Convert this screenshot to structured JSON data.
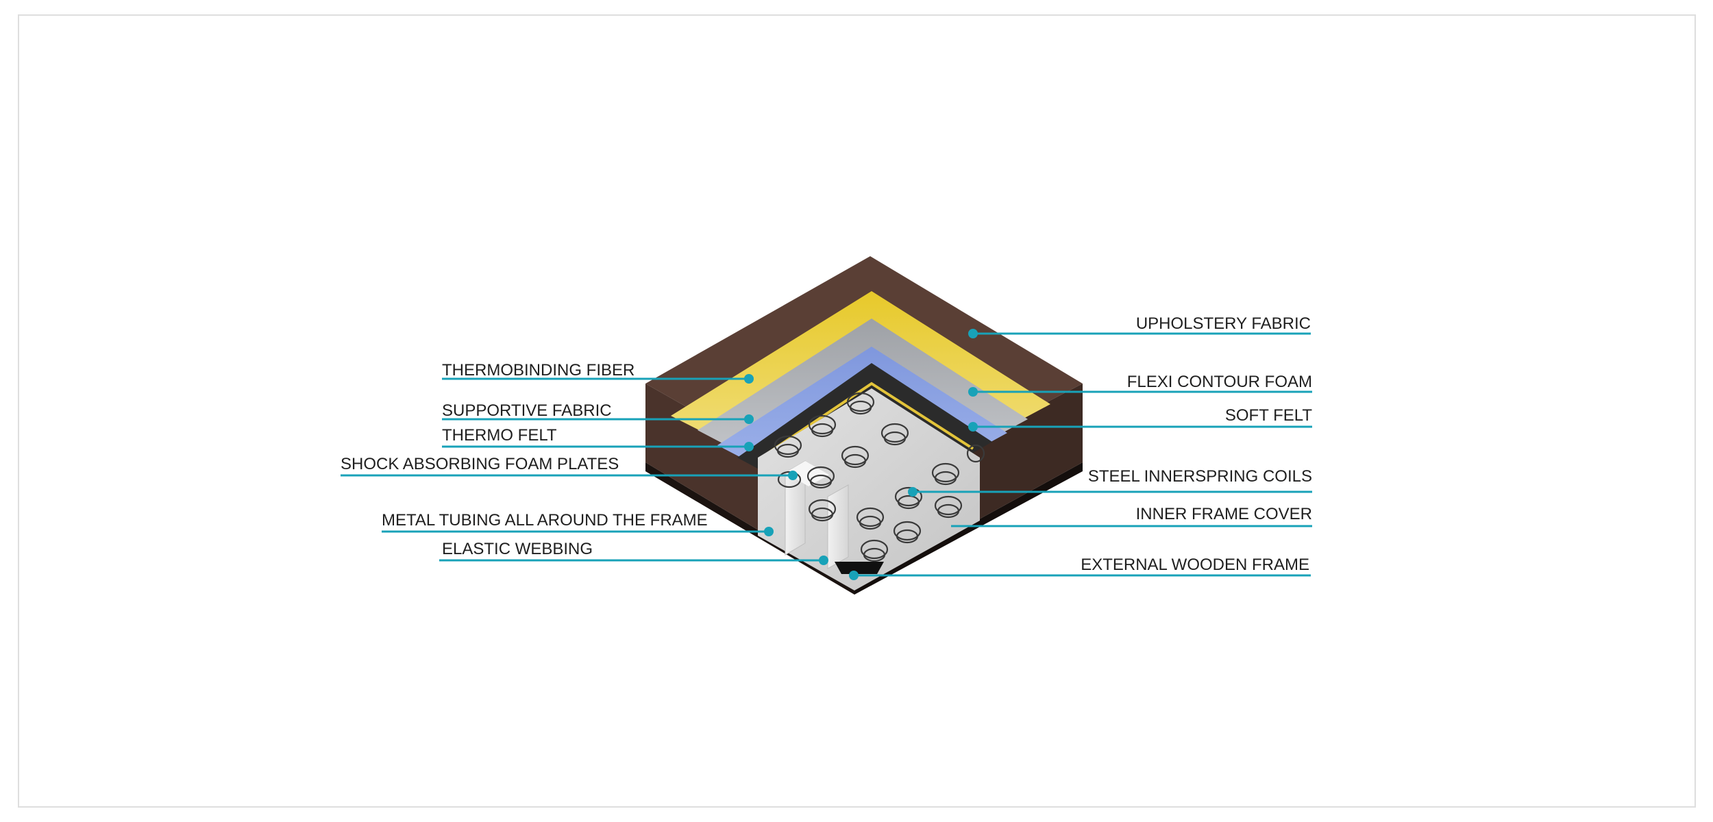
{
  "diagram": {
    "colors": {
      "accent": "#18a2b8",
      "upholstery": "#5a3f35",
      "frame_dark": "#2a1d18",
      "yellow": "#e2c63a",
      "grey_foam": "#b9bcc1",
      "blue_felt": "#8fa6e3",
      "dark_felt": "#2b2b2b",
      "coils_bg": "#d7d7d7"
    },
    "labels_left": [
      "THERMOBINDING FIBER",
      "SUPPORTIVE FABRIC",
      "THERMO FELT",
      "SHOCK ABSORBING FOAM PLATES",
      "METAL TUBING ALL AROUND THE FRAME",
      "ELASTIC WEBBING"
    ],
    "labels_right": [
      "UPHOLSTERY FABRIC",
      "FLEXI CONTOUR FOAM",
      "SOFT FELT",
      "STEEL INNERSPRING COILS",
      "INNER FRAME COVER",
      "EXTERNAL WOODEN FRAME"
    ]
  }
}
